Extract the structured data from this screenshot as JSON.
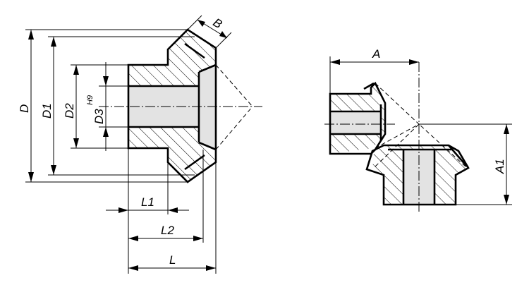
{
  "labels": {
    "B": "B",
    "D": "D",
    "D1": "D1",
    "D2": "D2",
    "D3": "D3",
    "D3_tolerance": "H9",
    "L1": "L1",
    "L2": "L2",
    "L": "L",
    "A": "A",
    "A1": "A1"
  }
}
